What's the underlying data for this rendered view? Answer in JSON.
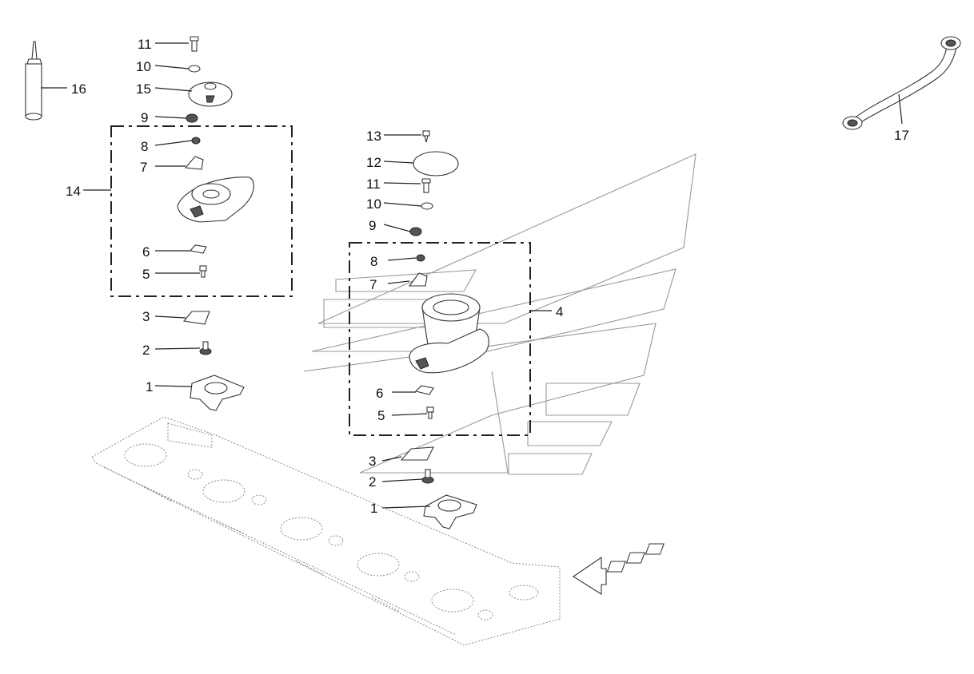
{
  "callouts": {
    "left": {
      "p11": "11",
      "p10": "10",
      "p15": "15",
      "p9": "9",
      "p8": "8",
      "p7": "7",
      "p14": "14",
      "p6": "6",
      "p5": "5",
      "p3": "3",
      "p2": "2",
      "p1": "1"
    },
    "center": {
      "p13": "13",
      "p12": "12",
      "p11": "11",
      "p10": "10",
      "p9": "9",
      "p8": "8",
      "p7": "7",
      "p4": "4",
      "p6": "6",
      "p5": "5",
      "p3": "3",
      "p2": "2",
      "p1": "1"
    },
    "tools": {
      "p16": "16",
      "p17": "17"
    }
  },
  "icons": {
    "tube": "sealant-tube-icon",
    "wrench": "ring-wrench-icon",
    "direction": "travel-direction-arrow-icon",
    "cutterbar": "cutter-bar-assembly-icon"
  }
}
